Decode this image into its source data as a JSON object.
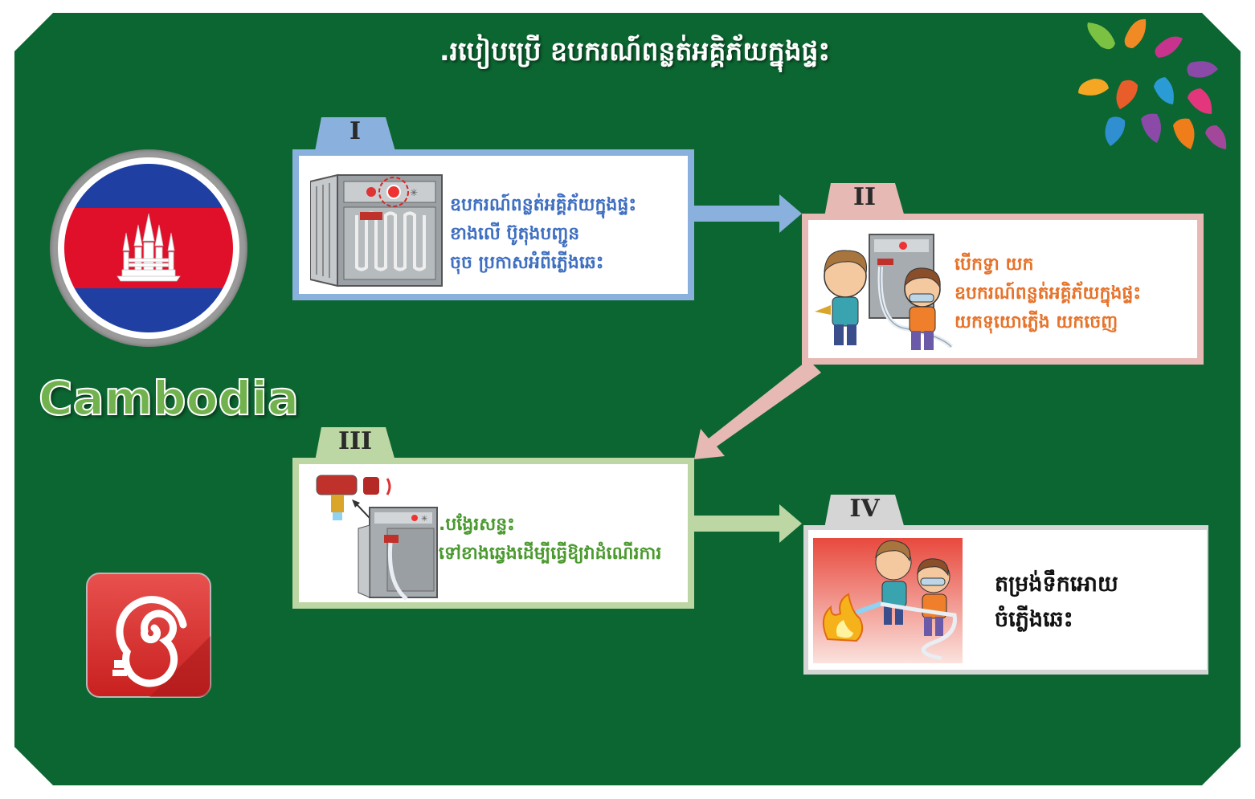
{
  "title": ".របៀបប្រើ ឧបករណ៍ពន្លត់អគ្គិភ័យក្នុងផ្ទះ",
  "country": "Cambodia",
  "steps": [
    {
      "numeral": "I",
      "color": "#8ab0de",
      "lines": [
        "ឧបករណ៍ពន្លត់អគ្គិភ័យក្នុងផ្ទះ",
        "ខាងលេី ប៊ូតុងបញ្ជូន",
        "ចុច ប្រកាសអំពីភ្លើងឆេះ"
      ]
    },
    {
      "numeral": "II",
      "color": "#e7b9b4",
      "lines": [
        "បេីកទ្វា យក",
        "ឧបករណ៍ពន្លត់អគ្គិភ័យក្នុងផ្ទះ",
        "យកទុយោភ្លើង យកចេញ"
      ]
    },
    {
      "numeral": "III",
      "color": "#bcd7a3",
      "lines": [
        ".បង្វែរសន្ទះ",
        "ទៅខាងឆ្វេងដើម្បីធ្វើឱ្យវាដំណេីរការ"
      ]
    },
    {
      "numeral": "IV",
      "color": "#d5d5d5",
      "lines": [
        "តម្រង់ទឹកអោយ",
        "ចំភ្លេីងឆេះ"
      ]
    }
  ],
  "colors": {
    "board": "#0c6631",
    "flag_blue": "#1f3fa3",
    "flag_red": "#e0102a",
    "arrow_blue": "#8ab0de",
    "arrow_pink": "#e7b9b4",
    "arrow_green": "#bcd7a3"
  },
  "icons": [
    "fire-hose-reel-icon",
    "fire-hydrant-cabinet-icon",
    "angkor-wat-icon"
  ]
}
